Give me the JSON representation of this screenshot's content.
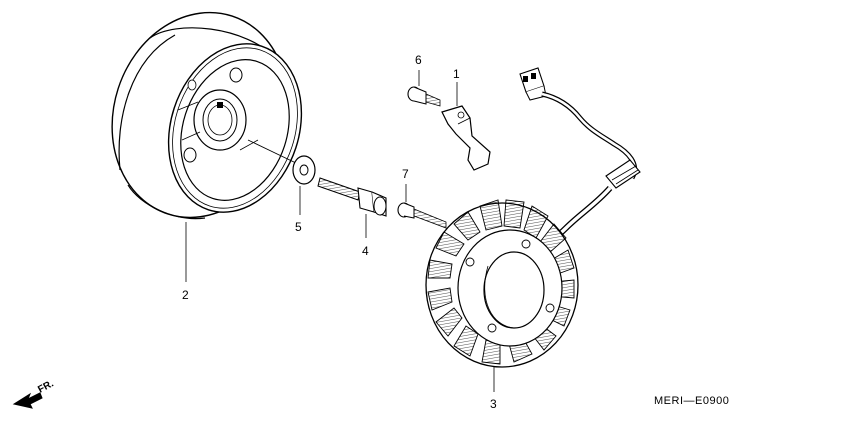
{
  "callouts": {
    "c1": "1",
    "c2": "2",
    "c3": "3",
    "c4": "4",
    "c5": "5",
    "c6": "6",
    "c7": "7"
  },
  "diagram_code": "MERI—E0900",
  "front_marker": "FR.",
  "colors": {
    "ink": "#000000",
    "paper": "#ffffff",
    "shade": "#d8d8d8"
  }
}
